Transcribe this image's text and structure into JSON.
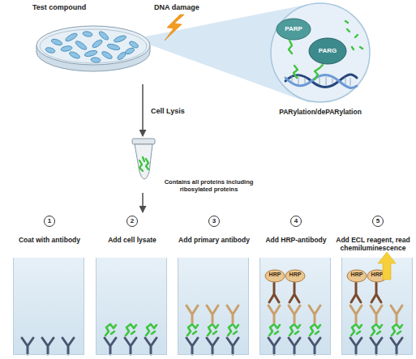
{
  "diagram": {
    "nodes": [
      {
        "text": [
          "Test compound",
          "DNA damage"
        ]
      },
      {
        "text": [
          "PARylation/dePARylation"
        ]
      },
      {
        "text": [
          "PARP"
        ],
        "in": 1
      },
      {
        "text": [
          "PARG"
        ],
        "in": 1
      },
      {
        "text": [
          "Contains all proteins including ribosylated proteins"
        ]
      },
      {
        "text": [
          "1",
          "Coat with antibody"
        ]
      },
      {
        "text": [
          "2",
          "Add cell lysate"
        ]
      },
      {
        "text": [
          "3",
          "Add primary antibody"
        ]
      },
      {
        "text": [
          "4",
          "Add HRP-antibody"
        ]
      },
      {
        "text": [
          "HRP"
        ],
        "in": 8
      },
      {
        "text": [
          "HRP"
        ],
        "in": 8
      },
      {
        "text": [
          "5",
          "Add ECL reagent, read chemiluminescence"
        ]
      },
      {
        "text": [
          "HRP"
        ],
        "in": 11
      },
      {
        "text": [
          "HRP"
        ],
        "in": 11
      }
    ],
    "edges": [
      {
        "from": 0,
        "to": 4,
        "label": "Cell Lysis",
        "arrow": "to"
      }
    ]
  }
}
